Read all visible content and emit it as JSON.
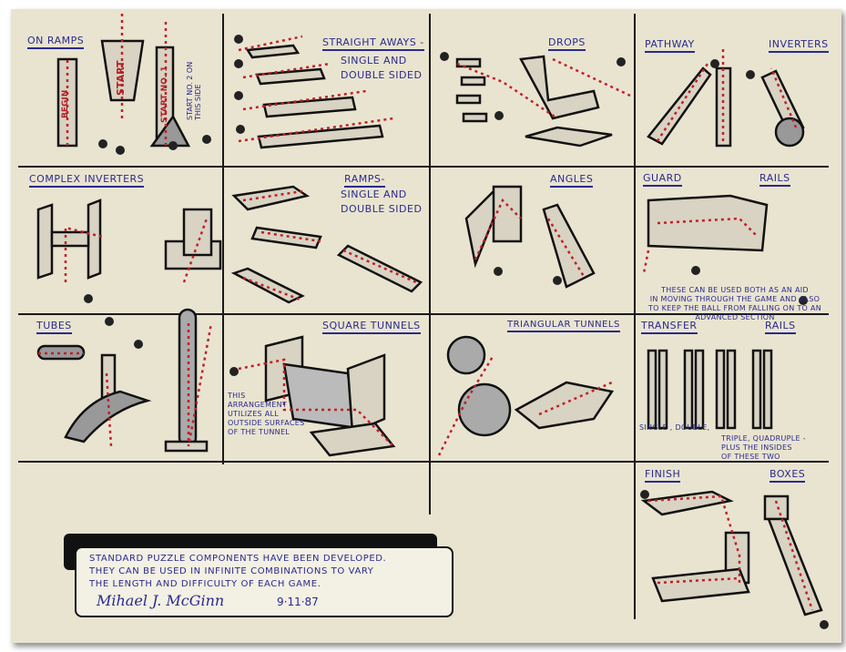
{
  "sections": {
    "on_ramps": {
      "title": "ON RAMPS",
      "labels": [
        "BEGIN",
        "START",
        "START NO. 1",
        "START NO. 2 ON THIS SIDE"
      ]
    },
    "straight_aways": {
      "title": "STRAIGHT AWAYS -",
      "sub1": "SINGLE AND",
      "sub2": "DOUBLE SIDED"
    },
    "drops": {
      "title": "DROPS"
    },
    "pathway_inverters": {
      "title_left": "PATHWAY",
      "title_right": "INVERTERS"
    },
    "complex_inverters": {
      "title": "COMPLEX INVERTERS"
    },
    "ramps": {
      "title": "RAMPS-",
      "sub1": "SINGLE AND",
      "sub2": "DOUBLE SIDED"
    },
    "angles": {
      "title": "ANGLES"
    },
    "guard_rails": {
      "title_left": "GUARD",
      "title_right": "RAILS",
      "note": [
        "THESE CAN BE USED BOTH AS AN AID",
        "IN MOVING THROUGH THE GAME AND ALSO",
        "TO KEEP THE BALL FROM FALLING ON TO AN",
        "ADVANCED SECTION"
      ]
    },
    "tubes": {
      "title": "TUBES"
    },
    "square_tunnels": {
      "title": "SQUARE TUNNELS",
      "note": [
        "THIS",
        "ARRANGEMENT",
        "UTILIZES ALL",
        "OUTSIDE SURFACES",
        "OF THE TUNNEL"
      ]
    },
    "triangular_tunnels": {
      "title": "TRIANGULAR TUNNELS"
    },
    "transfer_rails": {
      "title_left": "TRANSFER",
      "title_right": "RAILS",
      "note1": "SINGLE , DOUBLE,",
      "note2": [
        "TRIPLE, QUADRUPLE -",
        "PLUS THE INSIDES",
        "OF THESE TWO"
      ]
    },
    "finish_boxes": {
      "title_left": "FINISH",
      "title_right": "BOXES"
    }
  },
  "summary": {
    "lines": [
      "STANDARD PUZZLE COMPONENTS HAVE BEEN DEVELOPED.",
      "THEY CAN BE USED IN INFINITE COMBINATIONS TO VARY",
      "THE LENGTH AND DIFFICULTY OF EACH GAME."
    ],
    "signature": "Mihael J. McGinn",
    "date": "9·11·87"
  },
  "colors": {
    "paper": "#e9e4d0",
    "ink": "#2a2a8c",
    "path": "#c0202a",
    "line": "#1a1a1a"
  }
}
